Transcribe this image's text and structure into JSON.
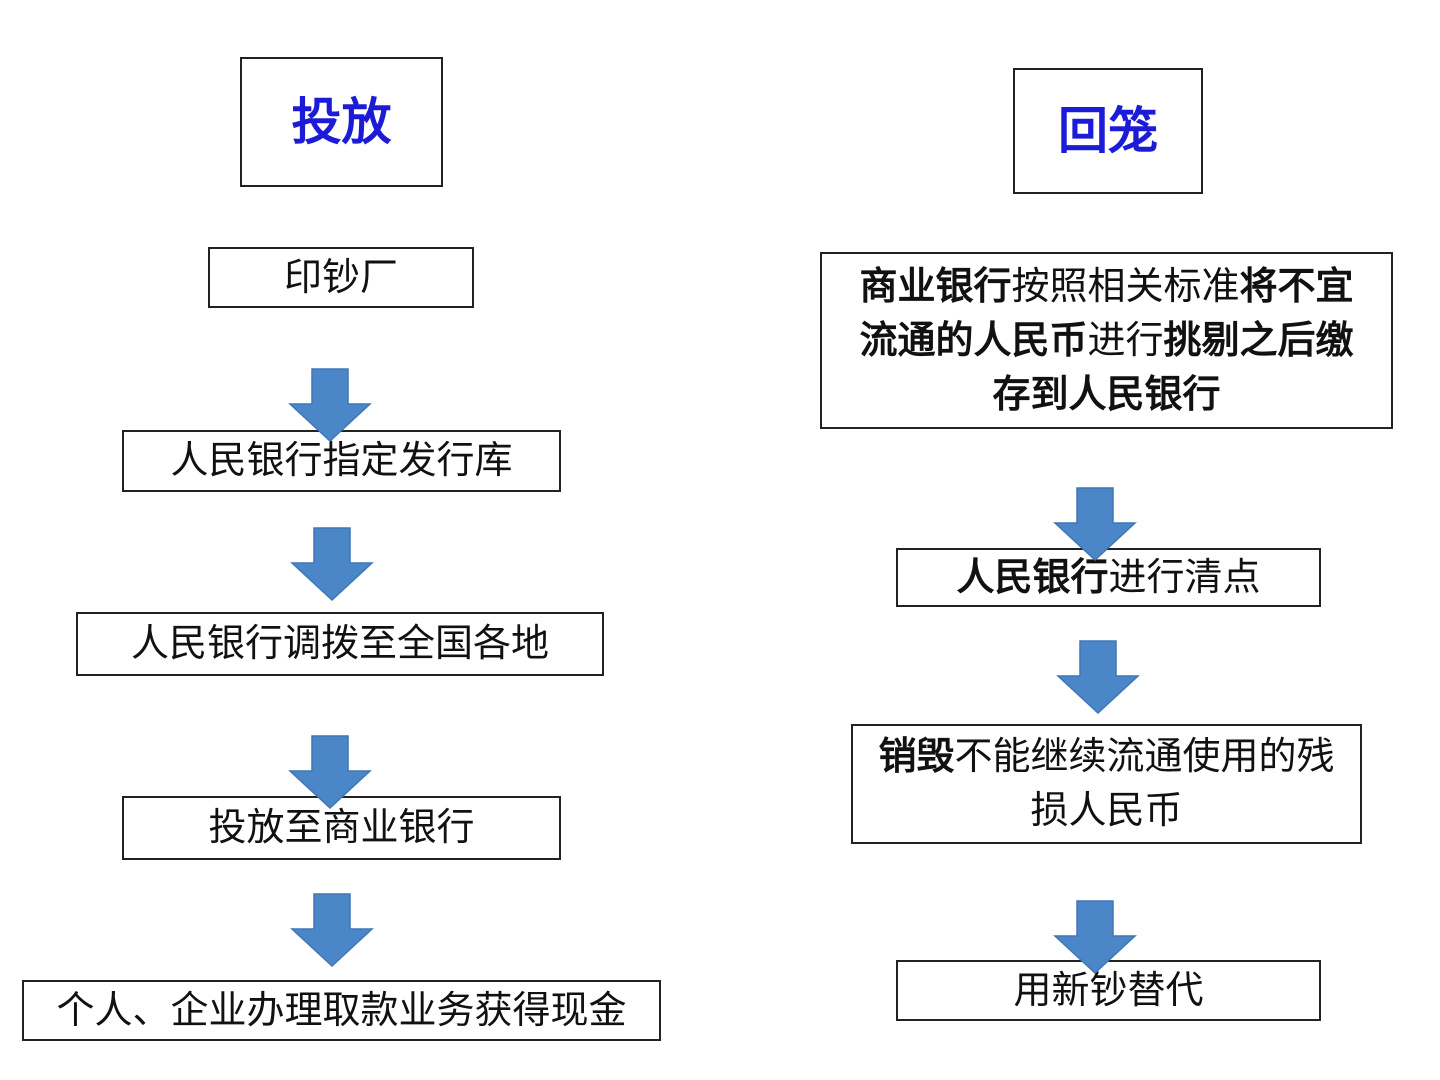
{
  "colors": {
    "arrow": "#4a86c8",
    "title": "#1c1cd6",
    "border": "#222222"
  },
  "left": {
    "title": "投放",
    "steps": [
      "印钞厂",
      "人民银行指定发行库",
      "人民银行调拨至全国各地",
      "投放至商业银行",
      "个人、企业办理取款业务获得现金"
    ]
  },
  "right": {
    "title": "回笼",
    "step1": [
      {
        "text": "商业银行",
        "bold": true
      },
      {
        "text": "按照相关标准",
        "bold": false
      },
      {
        "text": "将不宜流通的人民币",
        "bold": true
      },
      {
        "text": "进行",
        "bold": false
      },
      {
        "text": "挑剔之后缴存到人民银行",
        "bold": true
      }
    ],
    "step2": [
      {
        "text": "人民银行",
        "bold": true
      },
      {
        "text": "进行清点",
        "bold": false
      }
    ],
    "step3": [
      {
        "text": "销毁",
        "bold": true
      },
      {
        "text": "不能继续流通使用的残损人民币",
        "bold": false
      }
    ],
    "step4": "用新钞替代"
  }
}
